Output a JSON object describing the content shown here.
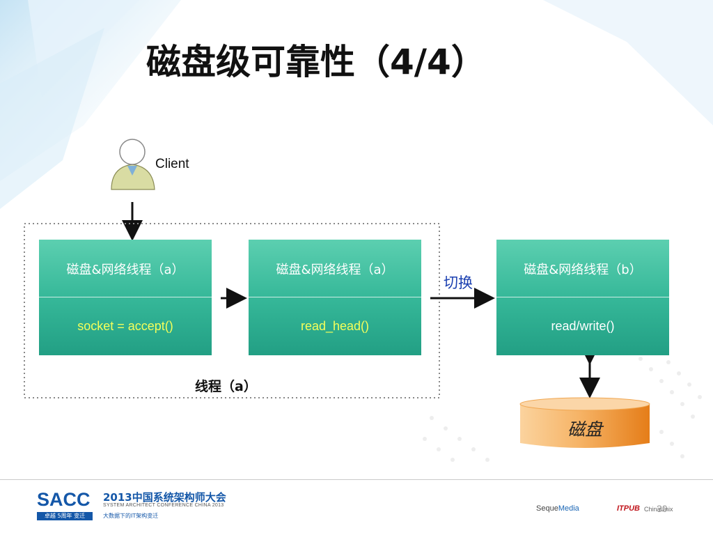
{
  "slide": {
    "title": "磁盘级可靠性（4/4）",
    "page_number": "30"
  },
  "diagram": {
    "client_label": "Client",
    "boxes": [
      {
        "header": "磁盘&网络线程（a）",
        "body": "socket = accept()"
      },
      {
        "header": "磁盘&网络线程（a）",
        "body": "read_head()"
      },
      {
        "header": "磁盘&网络线程（b）",
        "body": "read/write()"
      }
    ],
    "switch_label": "切换",
    "group_label": "线程（a）",
    "disk_label": "磁盘",
    "colors": {
      "box_green": "#36b899",
      "box_body_text": "#f4ff5a",
      "disk_orange": "#f5a94e",
      "switch_text": "#1a3fb0"
    }
  },
  "footer": {
    "logo": "SACC",
    "logo_tag": "卓越 5周年 变迁",
    "conference_title": "2013中国系统架构师大会",
    "conference_subtitle": "SYSTEM ARCHITECT CONFERENCE CHINA 2013",
    "slogan": "大数据下的IT架构变迁",
    "sponsors": [
      "SequeMedia",
      "ITPUB",
      "ChinaUnix"
    ],
    "sponsor_seque_a": "Seque",
    "sponsor_seque_b": "Media",
    "sponsor_itpub": "ITPUB",
    "sponsor_chinaunix": "ChinaUnix"
  }
}
